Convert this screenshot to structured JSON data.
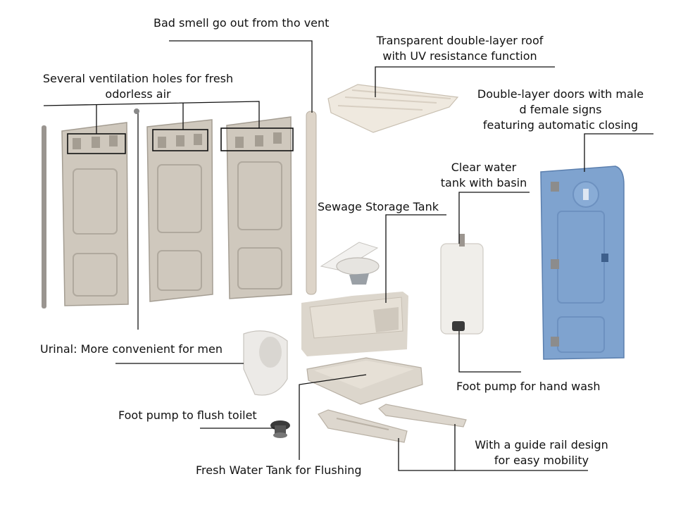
{
  "labels": {
    "bad_smell_vent": "Bad smell go out from tho vent",
    "roof_line1": "Transparent double-layer roof",
    "roof_line2": "with UV resistance function",
    "ventilation_line1": "Several ventilation holes for fresh",
    "ventilation_line2": "odorless air",
    "doors_line1": "Double-layer doors with male",
    "doors_line2": "d female signs",
    "doors_line3": "featuring automatic closing",
    "clear_water_line1": "Clear water",
    "clear_water_line2": "tank with basin",
    "sewage_tank": "Sewage Storage Tank",
    "urinal": "Urinal: More convenient for men",
    "foot_pump_hand": "Foot pump for hand wash",
    "foot_pump_flush": "Foot pump to flush toilet",
    "guide_rail_line1": "With a guide rail design",
    "guide_rail_line2": "for easy mobility",
    "fresh_water_tank": "Fresh Water Tank for Flushing"
  },
  "colors": {
    "panel": "#cfc8bd",
    "panel_dark": "#a49d92",
    "door": "#7fa3cf",
    "door_dark": "#5b7fae",
    "tank": "#dcd6cc",
    "white_part": "#f1efec"
  }
}
